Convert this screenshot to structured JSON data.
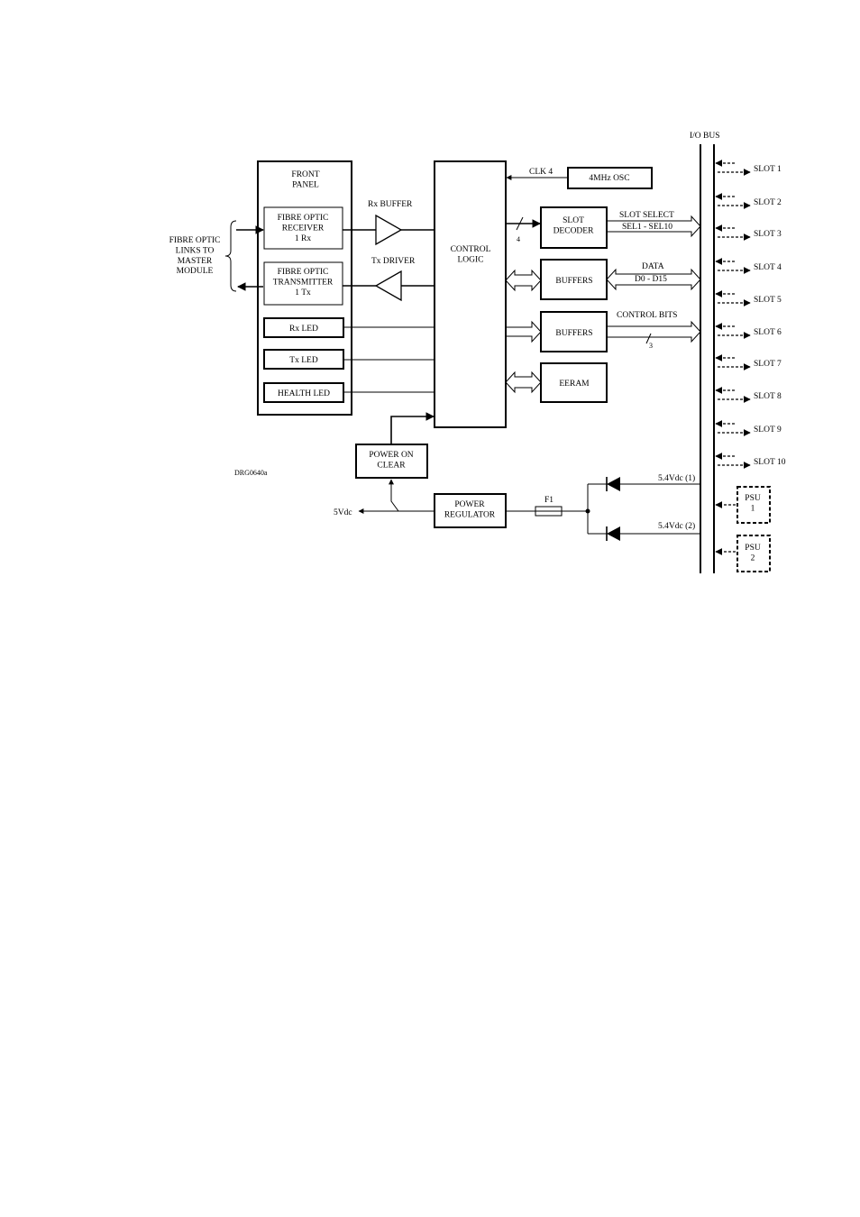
{
  "io_bus": "I/O BUS",
  "front_panel": "FRONT\nPANEL",
  "fo_receiver": "FIBRE OPTIC\nRECEIVER\n1 Rx",
  "fo_transmitter": "FIBRE OPTIC\nTRANSMITTER\n1 Tx",
  "rx_led": "Rx LED",
  "tx_led": "Tx LED",
  "health_led": "HEALTH LED",
  "fibre_links": "FIBRE OPTIC\nLINKS TO\nMASTER\nMODULE",
  "rx_buffer": "Rx BUFFER",
  "tx_driver": "Tx DRIVER",
  "control_logic": "CONTROL\nLOGIC",
  "clk": "CLK 4",
  "osc": "4MHz OSC",
  "slot_decoder": "SLOT\nDECODER",
  "bus_width_4": "4",
  "slot_select": "SLOT SELECT",
  "sel_range": "SEL1 - SEL10",
  "buffers_1": "BUFFERS",
  "data_label": "DATA",
  "data_range": "D0 - D15",
  "buffers_2": "BUFFERS",
  "control_bits": "CONTROL BITS",
  "bus_width_3": "3",
  "eeram": "EERAM",
  "power_on_clear": "POWER ON\nCLEAR",
  "drawing_ref": "DRG0640a",
  "five_vdc": "5Vdc",
  "power_regulator": "POWER\nREGULATOR",
  "fuse": "F1",
  "supply_1": "5.4Vdc (1)",
  "supply_2": "5.4Vdc (2)",
  "slots": [
    "SLOT 1",
    "SLOT 2",
    "SLOT 3",
    "SLOT 4",
    "SLOT 5",
    "SLOT 6",
    "SLOT 7",
    "SLOT 8",
    "SLOT 9",
    "SLOT 10"
  ],
  "psu_1": "PSU\n1",
  "psu_2": "PSU\n2"
}
